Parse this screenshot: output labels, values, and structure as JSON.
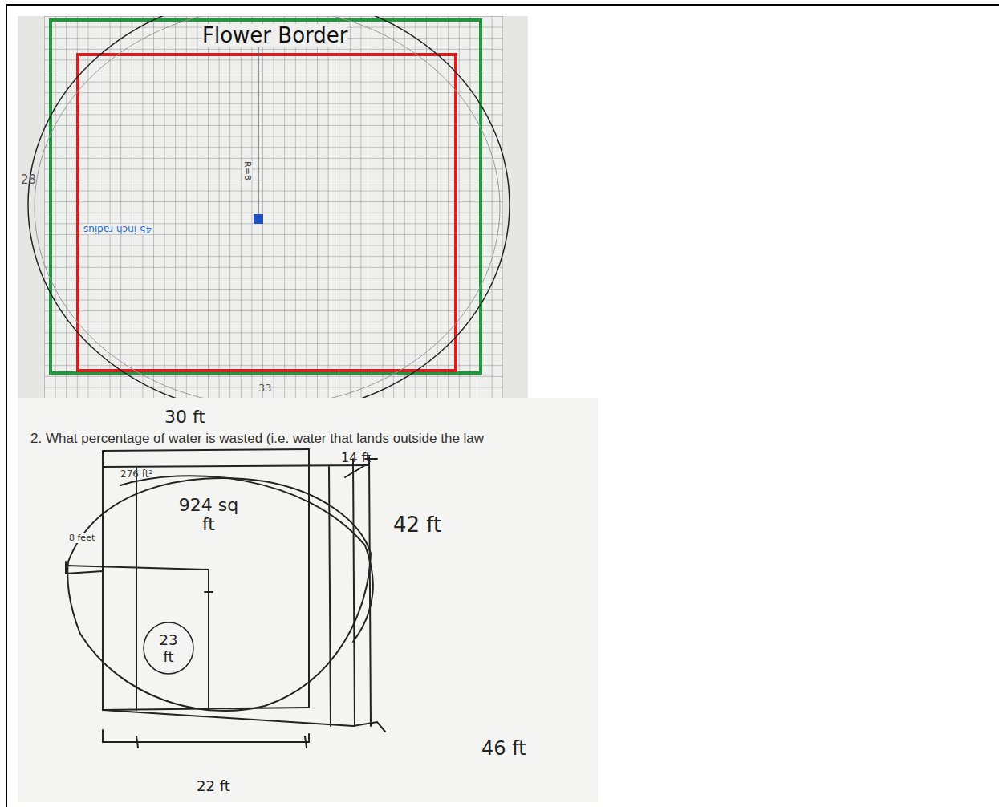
{
  "diagram": {
    "title": "Flower Border",
    "nodes": [
      {
        "text": [
          "23 ft"
        ]
      }
    ],
    "labels": [
      "28",
      "R=8",
      "45 inch radius",
      "33",
      "30 ft",
      "2. What percentage of water is wasted (i.e. water that lands outside the law",
      "276 ft²",
      "14 ft",
      "924 sq ft",
      "8 feet",
      "42 ft",
      "46 ft",
      "22 ft"
    ]
  }
}
